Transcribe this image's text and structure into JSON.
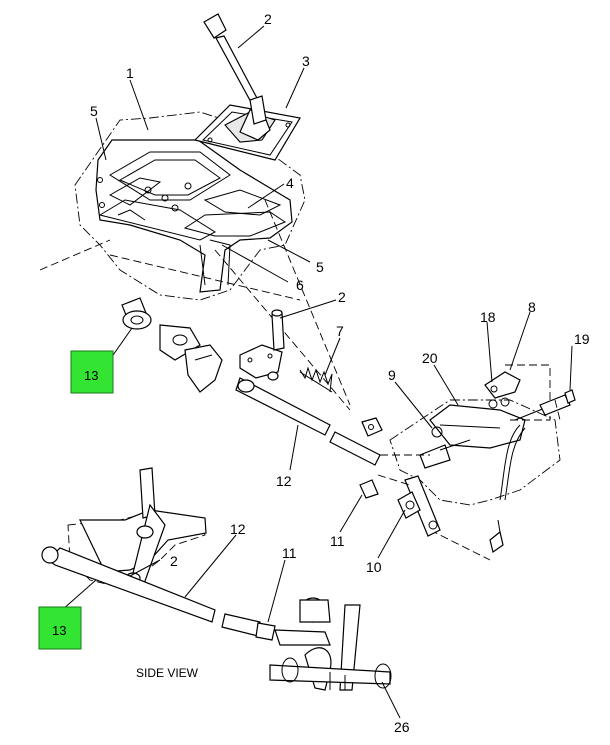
{
  "callouts": {
    "c1": "1",
    "c2a": "2",
    "c3": "3",
    "c4": "4",
    "c5a": "5",
    "c5b": "5",
    "c6": "6",
    "c2b": "2",
    "c7": "7",
    "c18": "18",
    "c8": "8",
    "c19": "19",
    "c9": "9",
    "c20": "20",
    "c12a": "12",
    "c11a": "11",
    "c10": "10",
    "c2c": "2",
    "c12b": "12",
    "c11b": "11",
    "c26": "26"
  },
  "refs": {
    "ref13a": "13",
    "ref13b": "13"
  },
  "labels": {
    "side_view": "SIDE VIEW"
  },
  "colors": {
    "ref_box": "#33e433"
  }
}
